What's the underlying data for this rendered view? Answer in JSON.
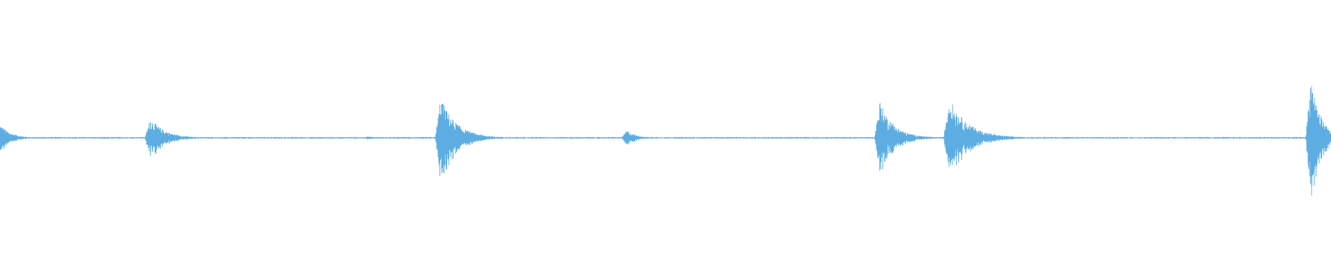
{
  "waveform": {
    "color": "#5dade2",
    "baseline_amplitude": 0.012,
    "bursts": [
      {
        "time": 0.0,
        "peak": 0.22,
        "decay": 0.022
      },
      {
        "time": 0.113,
        "peak": 0.32,
        "decay": 0.03
      },
      {
        "time": 0.277,
        "peak": 0.025,
        "decay": 0.015
      },
      {
        "time": 0.331,
        "peak": 0.64,
        "decay": 0.034
      },
      {
        "time": 0.471,
        "peak": 0.12,
        "decay": 0.02
      },
      {
        "time": 0.661,
        "peak": 0.58,
        "decay": 0.03
      },
      {
        "time": 0.713,
        "peak": 0.64,
        "decay": 0.04
      },
      {
        "time": 0.985,
        "peak": 1.0,
        "decay": 0.02
      }
    ]
  }
}
